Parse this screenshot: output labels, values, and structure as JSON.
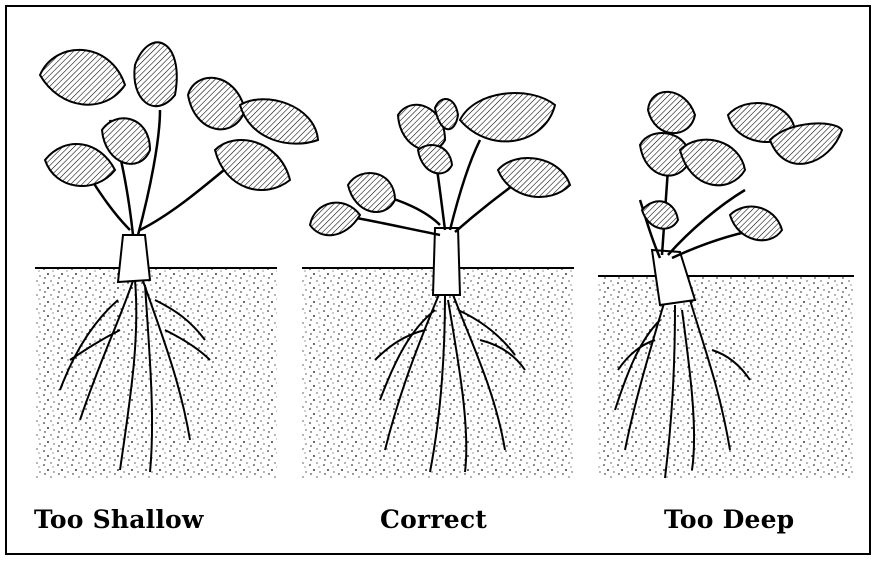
{
  "panels": [
    {
      "caption": "Too Shallow"
    },
    {
      "caption": "Correct"
    },
    {
      "caption": "Too Deep"
    }
  ],
  "colors": {
    "ink": "#000000",
    "paper": "#ffffff"
  }
}
